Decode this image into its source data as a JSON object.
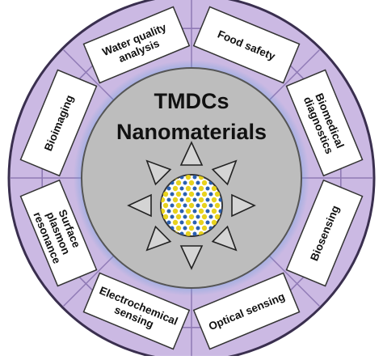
{
  "title_lines": [
    "TMDCs",
    "Nanomaterials"
  ],
  "applications": [
    {
      "lines": [
        "Water quality",
        "analysis"
      ]
    },
    {
      "lines": [
        "Food safety"
      ]
    },
    {
      "lines": [
        "Biomedical",
        "diagnostics"
      ]
    },
    {
      "lines": [
        "Biosensing"
      ]
    },
    {
      "lines": [
        "Optical sensing"
      ]
    },
    {
      "lines": [
        "Electrochemical",
        "sensing"
      ]
    },
    {
      "lines": [
        "Surface",
        "plasmon",
        "resonance"
      ]
    },
    {
      "lines": [
        "Bioimaging"
      ]
    }
  ],
  "colors": {
    "outer_ring": "#cbb9e3",
    "ring_stroke": "#3a2f4f",
    "ring_lines": "#8f7ab5",
    "inner_circle": "#bdbdbd",
    "glow": "#5b9fe0",
    "label_text": "#111111",
    "atom_yellow": "#e8d21e",
    "atom_blue": "#2a5fb0"
  }
}
